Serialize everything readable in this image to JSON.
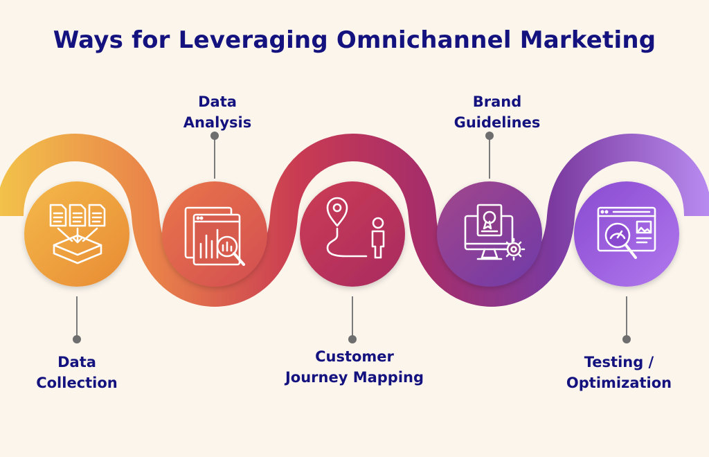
{
  "title": "Ways for Leveraging Omnichannel Marketing",
  "steps": [
    {
      "line1": "Data",
      "line2": "Collection",
      "icon": "data-collection-icon",
      "color": "#ee9d38"
    },
    {
      "line1": "Data",
      "line2": "Analysis",
      "icon": "data-analysis-icon",
      "color": "#d85c4d"
    },
    {
      "line1": "Customer",
      "line2": "Journey Mapping",
      "icon": "journey-map-icon",
      "color": "#b5305c"
    },
    {
      "line1": "Brand",
      "line2": "Guidelines",
      "icon": "brand-guidelines-icon",
      "color": "#8a3c8a"
    },
    {
      "line1": "Testing /",
      "line2": "Optimization",
      "icon": "testing-optimization-icon",
      "color": "#7b3ec5"
    }
  ],
  "colors": {
    "title": "#14127e",
    "background": "#fbf5ec",
    "connector": "#7a7a7a"
  }
}
